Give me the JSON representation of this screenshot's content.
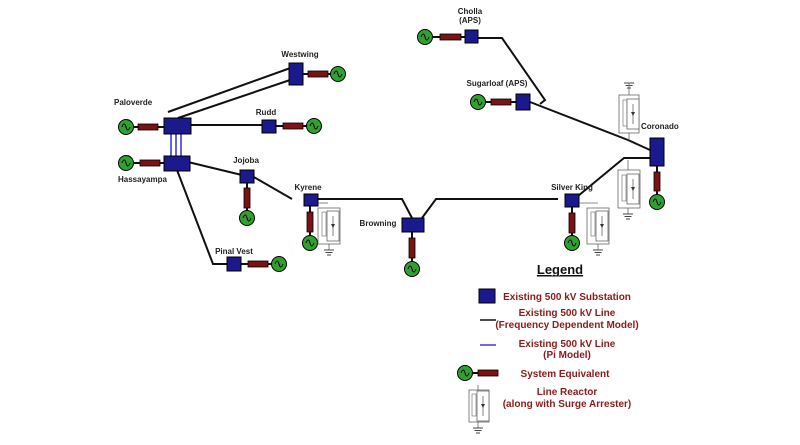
{
  "substations": {
    "cholla": "Cholla",
    "cholla_sub": "(APS)",
    "westwing": "Westwing",
    "paloverde": "Paloverde",
    "rudd": "Rudd",
    "sugarloaf": "Sugarloaf (APS)",
    "coronado": "Coronado",
    "hassayampa": "Hassayampa",
    "jojoba": "Jojoba",
    "kyrene": "Kyrene",
    "browning": "Browning",
    "silver_king": "Silver King",
    "pinal_vest": "Pinal Vest"
  },
  "legend": {
    "title": "Legend",
    "items": [
      {
        "label": "Existing 500 kV Substation"
      },
      {
        "label": "Existing 500 kV Line",
        "sublabel": "(Frequency Dependent Model)"
      },
      {
        "label": "Existing 500 kV Line",
        "sublabel": "(Pi Model)"
      },
      {
        "label": "System Equivalent"
      },
      {
        "label": "Line Reactor",
        "sublabel": "(along with Surge Arrester)"
      }
    ]
  },
  "colors": {
    "substation": "#1a1a8c",
    "line_fd": "#111111",
    "line_pi": "#3a3adc",
    "system_equivalent": "#2fa12f",
    "reactor": "#7a1414",
    "legend_text": "#8b1a1a"
  }
}
